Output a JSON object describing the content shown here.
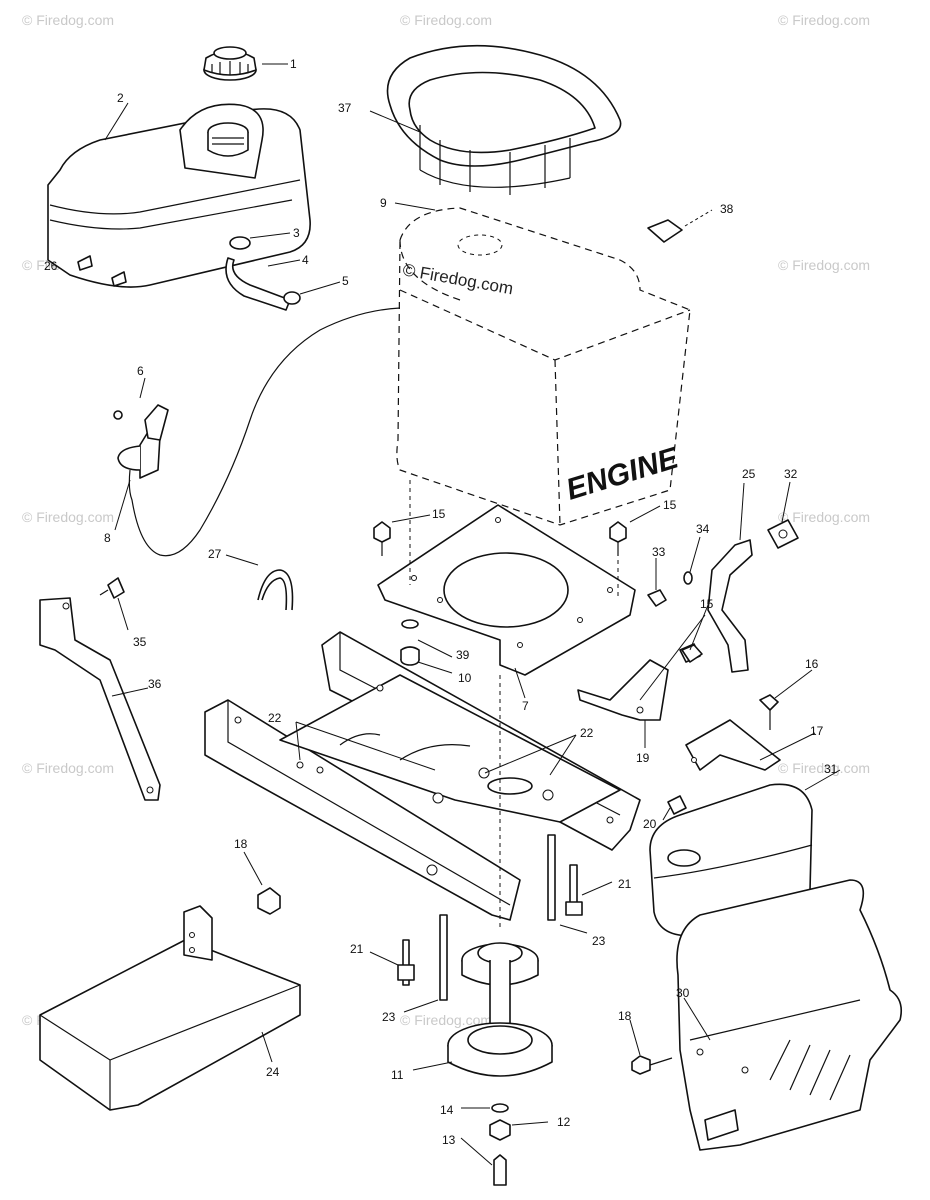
{
  "diagram": {
    "engine_label": "ENGINE",
    "watermark": "© Firedog.com",
    "callouts": [
      {
        "id": "c1",
        "text": "1"
      },
      {
        "id": "c2",
        "text": "2"
      },
      {
        "id": "c3",
        "text": "3"
      },
      {
        "id": "c4",
        "text": "4"
      },
      {
        "id": "c5",
        "text": "5"
      },
      {
        "id": "c6",
        "text": "6"
      },
      {
        "id": "c7",
        "text": "7"
      },
      {
        "id": "c8",
        "text": "8"
      },
      {
        "id": "c9",
        "text": "9"
      },
      {
        "id": "c10",
        "text": "10"
      },
      {
        "id": "c11",
        "text": "11"
      },
      {
        "id": "c12",
        "text": "12"
      },
      {
        "id": "c13",
        "text": "13"
      },
      {
        "id": "c14",
        "text": "14"
      },
      {
        "id": "c15a",
        "text": "15"
      },
      {
        "id": "c15b",
        "text": "15"
      },
      {
        "id": "c15c",
        "text": "15"
      },
      {
        "id": "c16",
        "text": "16"
      },
      {
        "id": "c17",
        "text": "17"
      },
      {
        "id": "c18a",
        "text": "18"
      },
      {
        "id": "c18b",
        "text": "18"
      },
      {
        "id": "c19",
        "text": "19"
      },
      {
        "id": "c20",
        "text": "20"
      },
      {
        "id": "c21a",
        "text": "21"
      },
      {
        "id": "c21b",
        "text": "21"
      },
      {
        "id": "c22a",
        "text": "22"
      },
      {
        "id": "c22b",
        "text": "22"
      },
      {
        "id": "c23a",
        "text": "23"
      },
      {
        "id": "c23b",
        "text": "23"
      },
      {
        "id": "c24",
        "text": "24"
      },
      {
        "id": "c25",
        "text": "25"
      },
      {
        "id": "c26",
        "text": "26"
      },
      {
        "id": "c27",
        "text": "27"
      },
      {
        "id": "c30",
        "text": "30"
      },
      {
        "id": "c31",
        "text": "31"
      },
      {
        "id": "c32",
        "text": "32"
      },
      {
        "id": "c33",
        "text": "33"
      },
      {
        "id": "c34",
        "text": "34"
      },
      {
        "id": "c35",
        "text": "35"
      },
      {
        "id": "c36",
        "text": "36"
      },
      {
        "id": "c37",
        "text": "37"
      },
      {
        "id": "c38",
        "text": "38"
      },
      {
        "id": "c39",
        "text": "39"
      }
    ]
  }
}
